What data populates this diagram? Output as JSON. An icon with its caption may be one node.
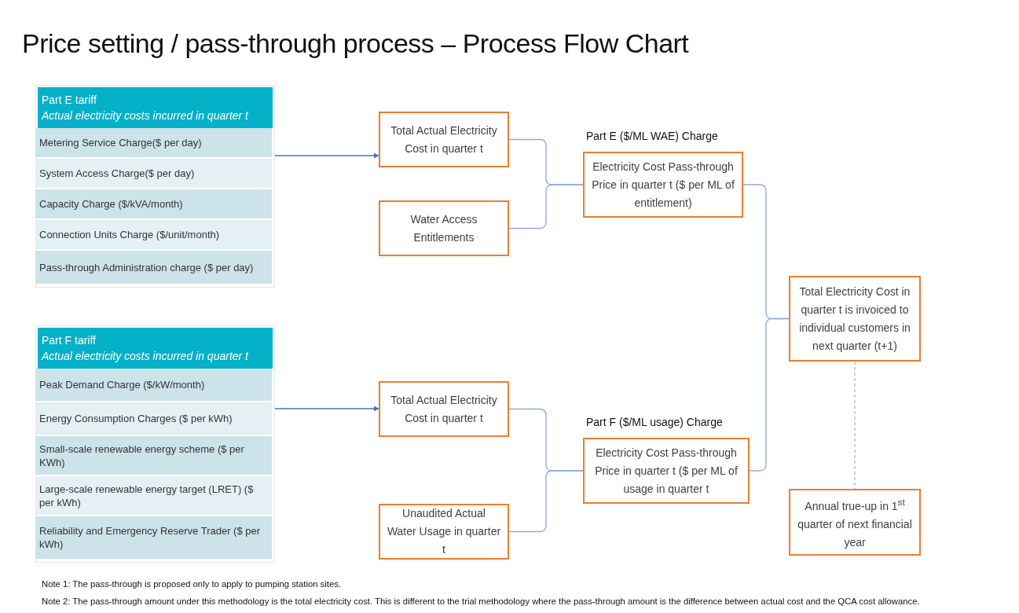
{
  "diagram": {
    "title": "Price setting / pass-through process – Process Flow Chart",
    "nodes": [
      {
        "text": [
          "Part E tariff",
          "Actual electricity costs incurred in quarter t"
        ]
      },
      {
        "text": [
          "Metering Service Charge($ per day)"
        ],
        "in": 0
      },
      {
        "text": [
          "System Access Charge($ per day)"
        ],
        "in": 0
      },
      {
        "text": [
          "Capacity Charge ($/kVA/month)"
        ],
        "in": 0
      },
      {
        "text": [
          "Connection Units Charge ($/unit/month)"
        ],
        "in": 0
      },
      {
        "text": [
          "Pass-through Administration charge ($ per day)"
        ],
        "in": 0
      },
      {
        "text": [
          "Part F tariff",
          "Actual electricity costs incurred in quarter t"
        ]
      },
      {
        "text": [
          "Peak Demand Charge ($/kW/month)"
        ],
        "in": 6
      },
      {
        "text": [
          "Energy Consumption Charges ($ per kWh)"
        ],
        "in": 6
      },
      {
        "text": [
          "Small-scale renewable energy scheme ($ per KWh)"
        ],
        "in": 6
      },
      {
        "text": [
          "Large-scale renewable energy target (LRET) ($ per kWh)"
        ],
        "in": 6
      },
      {
        "text": [
          "Reliability and Emergency Reserve Trader ($ per kWh)"
        ],
        "in": 6
      },
      {
        "text": [
          "Total Actual Electricity Cost in quarter t"
        ]
      },
      {
        "text": [
          "Water Access Entitlements"
        ]
      },
      {
        "text": [
          "Part E ($/ML WAE) Charge",
          "Electricity Cost Pass-through Price in quarter t ($ per ML of entitlement)"
        ]
      },
      {
        "text": [
          "Total Actual Electricity Cost in quarter t"
        ]
      },
      {
        "text": [
          "Unaudited Actual Water Usage in quarter t"
        ]
      },
      {
        "text": [
          "Part F ($/ML usage) Charge",
          "Electricity Cost Pass-through Price in quarter t ($ per ML of usage in quarter t"
        ]
      },
      {
        "text": [
          "Total Electricity Cost in quarter t  is invoiced to individual customers in next quarter (t+1)"
        ]
      },
      {
        "text": [
          "Annual true-up in 1$^{st}$ quarter of next financial year"
        ]
      }
    ],
    "edges": [
      {
        "from": 0,
        "to": 12,
        "arrow": "to",
        "color": "#4472c4"
      },
      {
        "from": 12,
        "to": 14,
        "arrow": "none"
      },
      {
        "from": 13,
        "to": 14,
        "arrow": "none"
      },
      {
        "from": 6,
        "to": 15,
        "arrow": "to",
        "color": "#4472c4"
      },
      {
        "from": 15,
        "to": 17,
        "arrow": "none"
      },
      {
        "from": 16,
        "to": 17,
        "arrow": "none"
      },
      {
        "from": 14,
        "to": 18,
        "arrow": "none"
      },
      {
        "from": 17,
        "to": 18,
        "arrow": "none"
      },
      {
        "from": 18,
        "to": 19,
        "arrow": "none",
        "style": "dashed",
        "color": "#a9bad6"
      }
    ],
    "labels": [
      "Note 1: The pass-through is proposed only to apply to pumping station sites.",
      "Note 2: The pass-through amount under this methodology is the total electricity cost. This is different to the trial methodology where the pass-through amount is the difference between actual cost and the QCA cost allowance."
    ]
  }
}
